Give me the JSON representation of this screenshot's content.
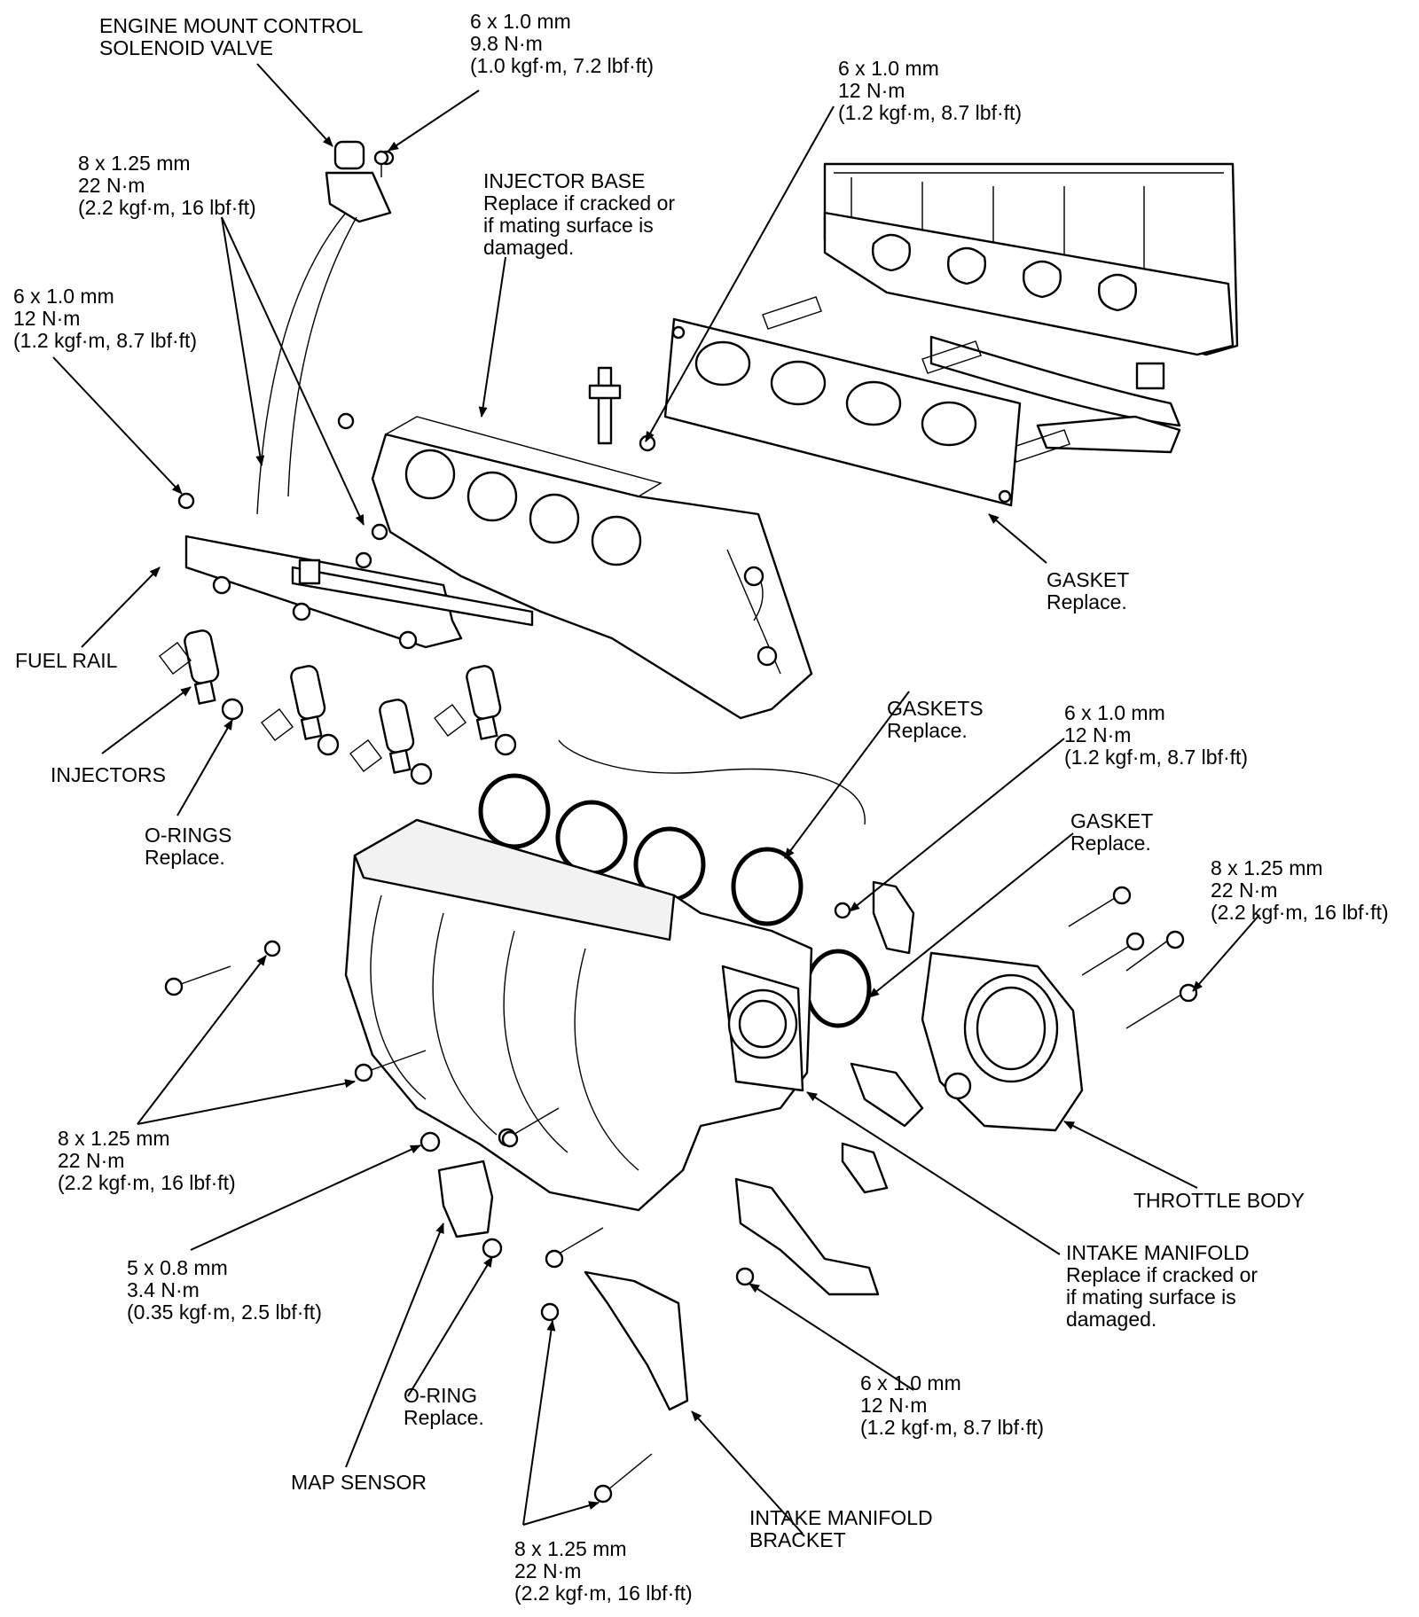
{
  "labels": {
    "engine_mount_solenoid": [
      "ENGINE MOUNT CONTROL",
      "SOLENOID VALVE"
    ],
    "torque_solenoid_bolt": [
      "6 x 1.0 mm",
      "9.8 N·m",
      "(1.0 kgf·m, 7.2 lbf·ft)"
    ],
    "torque_gasket_bolt_top": [
      "6 x 1.0 mm",
      "12 N·m",
      "(1.2 kgf·m, 8.7 lbf·ft)"
    ],
    "torque_injector_base_nuts": [
      "8 x 1.25 mm",
      "22 N·m",
      "(2.2 kgf·m, 16 lbf·ft)"
    ],
    "injector_base": [
      "INJECTOR BASE",
      "Replace if cracked or",
      "if mating surface is",
      "damaged."
    ],
    "torque_fuel_rail_bolt": [
      "6 x 1.0 mm",
      "12 N·m",
      "(1.2 kgf·m, 8.7 lbf·ft)"
    ],
    "gasket_top": [
      "GASKET",
      "Replace."
    ],
    "fuel_rail": [
      "FUEL RAIL"
    ],
    "injectors": [
      "INJECTORS"
    ],
    "o_rings": [
      "O-RINGS",
      "Replace."
    ],
    "gaskets": [
      "GASKETS",
      "Replace."
    ],
    "torque_bracket_bolt_mid": [
      "6 x 1.0 mm",
      "12 N·m",
      "(1.2 kgf·m, 8.7 lbf·ft)"
    ],
    "gasket_throttle": [
      "GASKET",
      "Replace."
    ],
    "torque_throttle_bolts": [
      "8 x 1.25 mm",
      "22 N·m",
      "(2.2 kgf·m, 16 lbf·ft)"
    ],
    "torque_manifold_bolts": [
      "8 x 1.25 mm",
      "22 N·m",
      "(2.2 kgf·m, 16 lbf·ft)"
    ],
    "throttle_body": [
      "THROTTLE BODY"
    ],
    "intake_manifold": [
      "INTAKE MANIFOLD",
      "Replace if cracked or",
      "if mating surface is",
      "damaged."
    ],
    "torque_map_bolt": [
      "5 x 0.8 mm",
      "3.4 N·m",
      "(0.35 kgf·m, 2.5 lbf·ft)"
    ],
    "torque_lower_bracket_bolt": [
      "6 x 1.0 mm",
      "12 N·m",
      "(1.2 kgf·m, 8.7 lbf·ft)"
    ],
    "o_ring": [
      "O-RING",
      "Replace."
    ],
    "map_sensor": [
      "MAP SENSOR"
    ],
    "intake_manifold_bracket": [
      "INTAKE MANIFOLD",
      "BRACKET"
    ],
    "torque_manifold_bracket_bolts": [
      "8 x 1.25 mm",
      "22 N·m",
      "(2.2 kgf·m, 16 lbf·ft)"
    ]
  }
}
